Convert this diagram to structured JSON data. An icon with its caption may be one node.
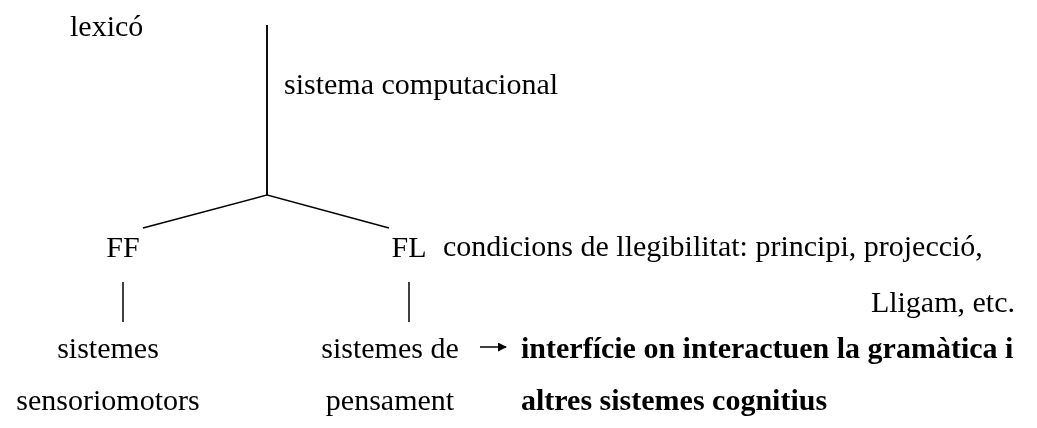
{
  "diagram": {
    "nodes": [
      {
        "text": [
          "FF"
        ]
      },
      {
        "text": [
          "FL"
        ],
        "beside": [
          "condicions de llegibilitat: principi, projecció, Lligam, etc."
        ]
      },
      {
        "text": [
          "sistemes sensoriomotors"
        ]
      },
      {
        "text": [
          "sistemes de pensament"
        ]
      },
      {
        "text": [
          "interfície on interactuen la gramàtica i altres sistemes cognitius"
        ]
      }
    ],
    "edges": [
      {
        "from": null,
        "to": 0,
        "arrow": "none"
      },
      {
        "from": null,
        "to": 1,
        "arrow": "none"
      },
      {
        "from": 0,
        "to": 2,
        "arrow": "none"
      },
      {
        "from": 1,
        "to": 3,
        "arrow": "none"
      },
      {
        "from": 3,
        "to": 4,
        "arrow": "to"
      }
    ],
    "labels": [
      "lexicó",
      "sistema computacional"
    ]
  }
}
